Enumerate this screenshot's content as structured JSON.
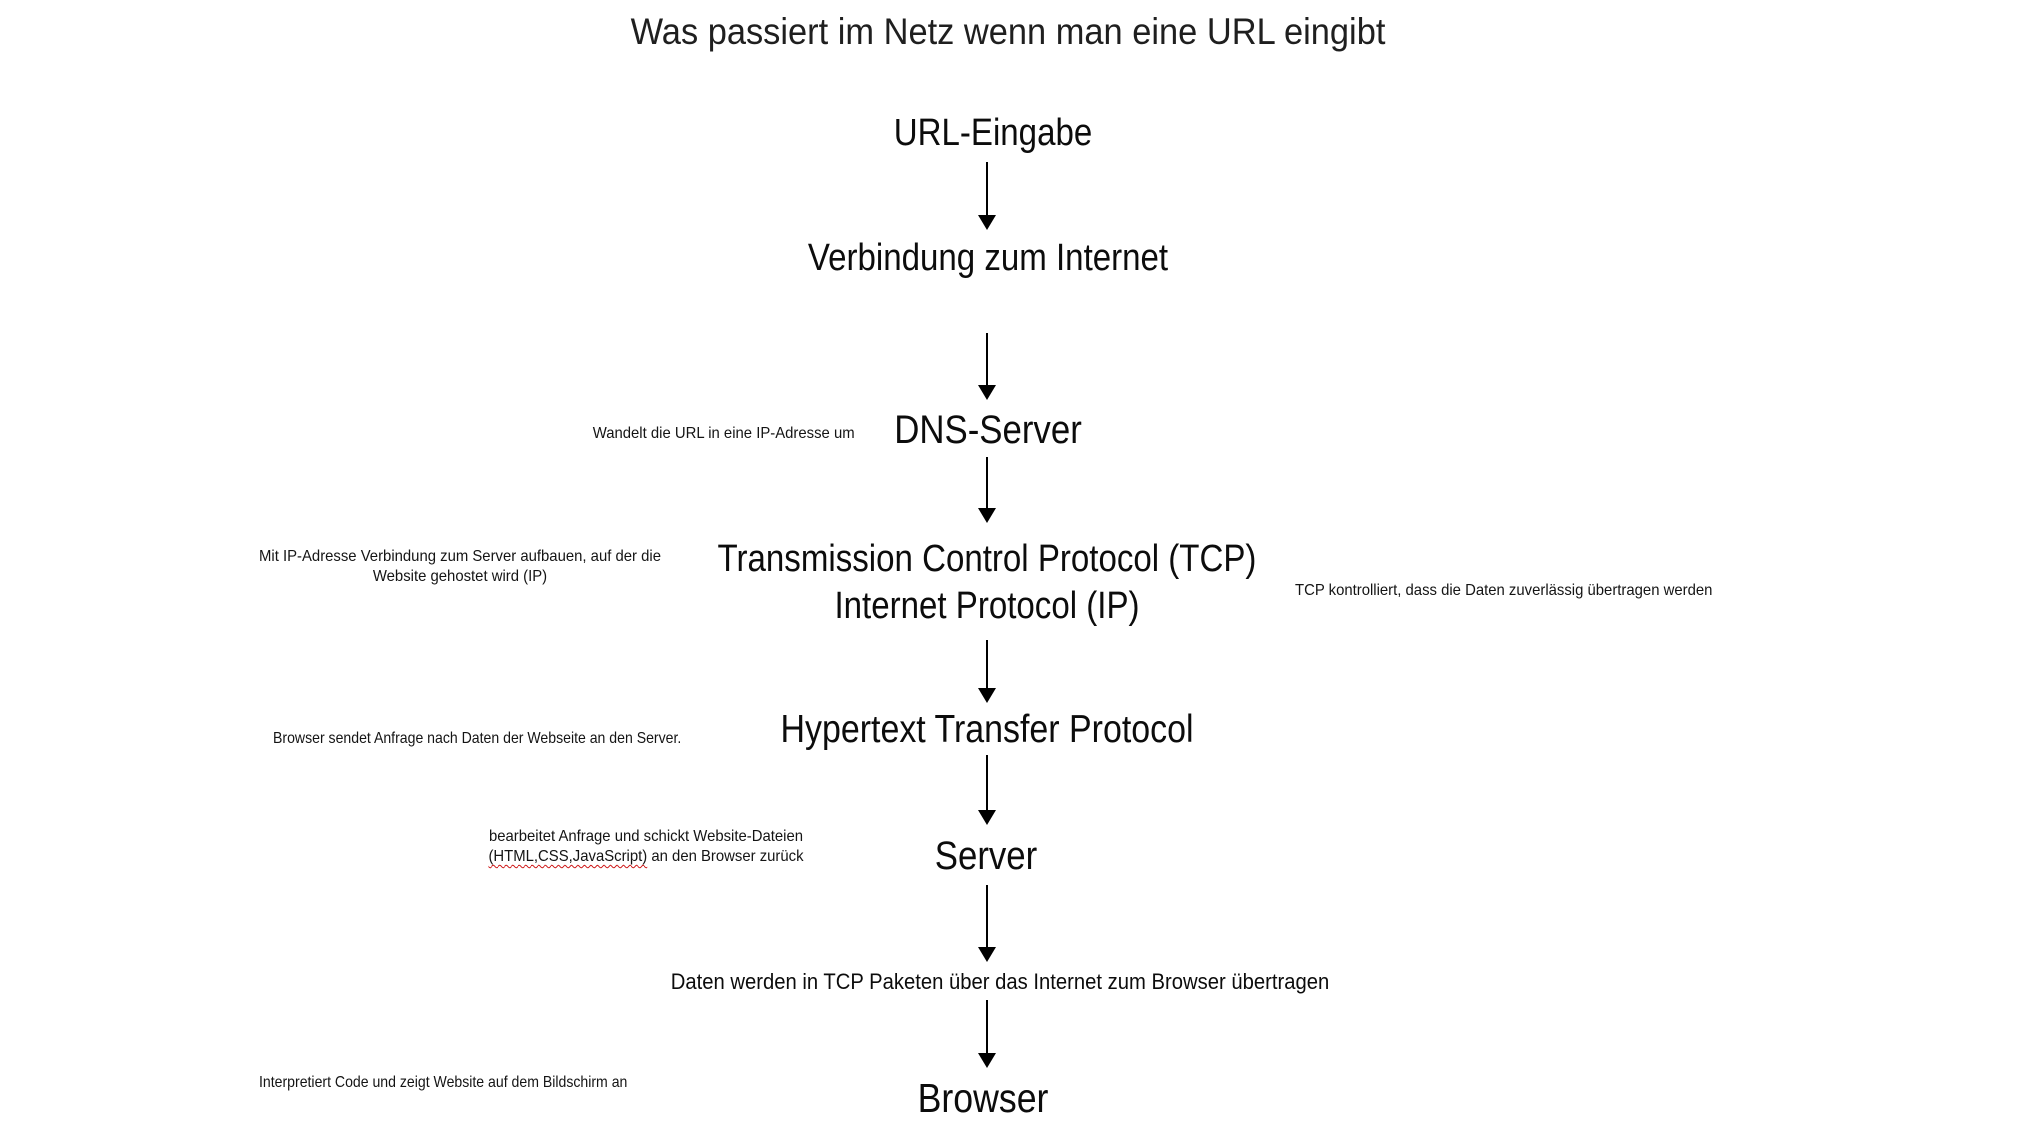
{
  "title": "Was passiert im Netz wenn man eine URL eingibt",
  "colors": {
    "text": "#0c0c0c",
    "title_text": "#1f1f1f",
    "note_text": "#141414",
    "arrow": "#000000",
    "spellcheck_underline": "#cc1111",
    "background": "#ffffff"
  },
  "flow": {
    "url": {
      "label": "URL-Eingabe"
    },
    "internet": {
      "label": "Verbindung zum Internet"
    },
    "dns": {
      "label": "DNS-Server",
      "note_left": "Wandelt die URL in eine IP-Adresse um"
    },
    "tcp_ip": {
      "label_line1": "Transmission Control Protocol (TCP)",
      "label_line2": "Internet Protocol (IP)",
      "note_left_line1": "Mit IP-Adresse Verbindung zum Server aufbauen, auf der die",
      "note_left_line2": "Website gehostet wird (IP)",
      "note_right": "TCP kontrolliert, dass die Daten zuverlässig übertragen werden"
    },
    "http": {
      "label": "Hypertext Transfer Protocol",
      "note_left": "Browser sendet Anfrage nach Daten der Webseite an den Server."
    },
    "server": {
      "label": "Server",
      "note_left_line1": "bearbeitet Anfrage und schickt Website-Dateien",
      "note_left_line2_marked": "(HTML,CSS,JavaScript)",
      "note_left_line2_rest": " an den Browser zurück"
    },
    "transfer": {
      "label": "Daten werden in TCP Paketen über das Internet zum Browser übertragen"
    },
    "browser": {
      "label": "Browser",
      "note_left": "Interpretiert Code und zeigt Website auf dem Bildschirm an"
    }
  }
}
